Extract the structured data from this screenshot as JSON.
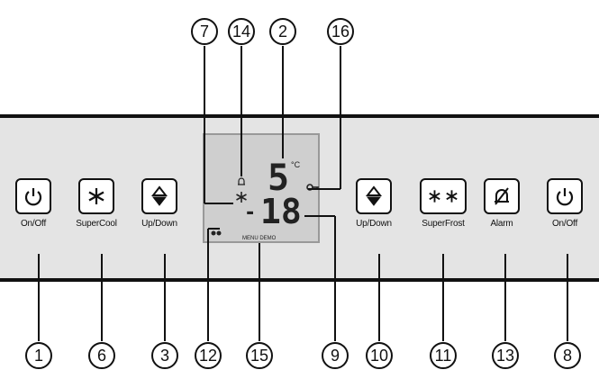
{
  "buttons": [
    {
      "id": "onoff-left",
      "label": "On/Off",
      "icon": "power-icon"
    },
    {
      "id": "supercool",
      "label": "SuperCool",
      "icon": "snowflake-icon"
    },
    {
      "id": "updown-left",
      "label": "Up/Down",
      "icon": "up-down-arrows-icon"
    },
    {
      "id": "updown-right",
      "label": "Up/Down",
      "icon": "up-down-arrows-icon"
    },
    {
      "id": "superfrost",
      "label": "SuperFrost",
      "icon": "double-snowflake-icon"
    },
    {
      "id": "alarm",
      "label": "Alarm",
      "icon": "alarm-off-icon"
    },
    {
      "id": "onoff-right",
      "label": "On/Off",
      "icon": "power-icon"
    }
  ],
  "display": {
    "fridge_temp": "5",
    "unit": "°C",
    "freezer_temp": "18",
    "dash": "-",
    "menu_label": "MENU  DEMO"
  },
  "callouts": {
    "top": [
      "7",
      "14",
      "2",
      "16"
    ],
    "bottom": [
      "1",
      "6",
      "3",
      "12",
      "15",
      "9",
      "10",
      "11",
      "13",
      "8"
    ]
  }
}
